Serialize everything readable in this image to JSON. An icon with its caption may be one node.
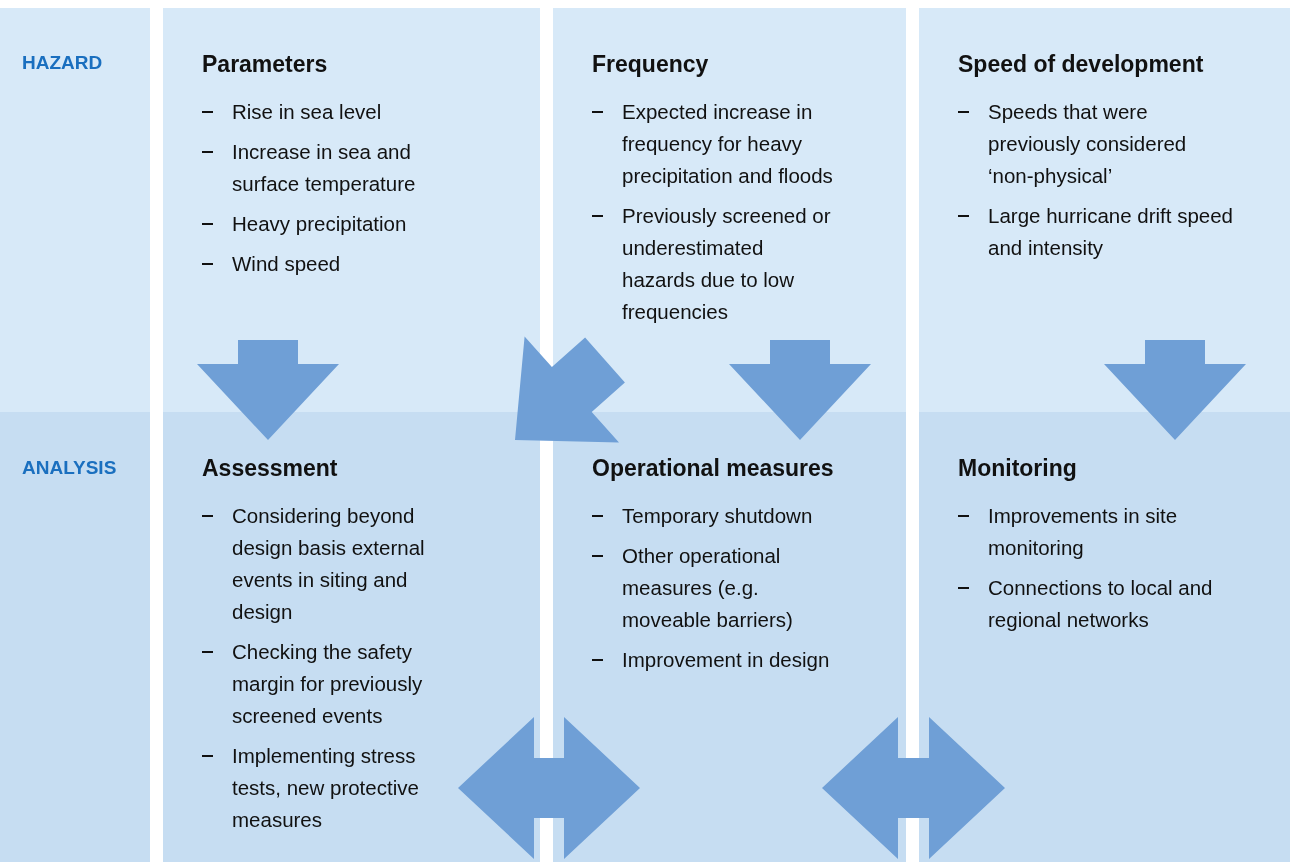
{
  "diagram": {
    "nodes": [
      {
        "text": [
          "Parameters",
          "Rise in sea level",
          "Increase in sea and surface temperature",
          "Heavy precipitation",
          "Wind speed"
        ]
      },
      {
        "text": [
          "Frequency",
          "Expected increase in frequency for heavy precipitation and floods",
          "Previously screened or underestimated hazards due to low frequencies"
        ]
      },
      {
        "text": [
          "Speed of development",
          "Speeds that were previously considered ‘non-physical’",
          "Large hurricane drift speed and intensity"
        ]
      },
      {
        "text": [
          "Assessment",
          "Considering beyond design basis external events in siting and design",
          "Checking the safety margin for previously screened events",
          "Implementing stress tests, new protective measures"
        ]
      },
      {
        "text": [
          "Operational measures",
          "Temporary shutdown",
          "Other operational measures (e.g. moveable barriers)",
          "Improvement in design"
        ]
      },
      {
        "text": [
          "Monitoring",
          "Improvements in site monitoring",
          "Connections to local and regional networks"
        ]
      }
    ],
    "edges": [
      {
        "from": 0,
        "to": 3,
        "arrow": "to"
      },
      {
        "from": 1,
        "to": 3,
        "arrow": "to"
      },
      {
        "from": 1,
        "to": 4,
        "arrow": "to"
      },
      {
        "from": 2,
        "to": 5,
        "arrow": "to"
      },
      {
        "from": 3,
        "to": 4,
        "arrow": "both"
      },
      {
        "from": 4,
        "to": 5,
        "arrow": "both"
      }
    ],
    "labels": [
      "HAZARD",
      "ANALYSIS"
    ]
  }
}
